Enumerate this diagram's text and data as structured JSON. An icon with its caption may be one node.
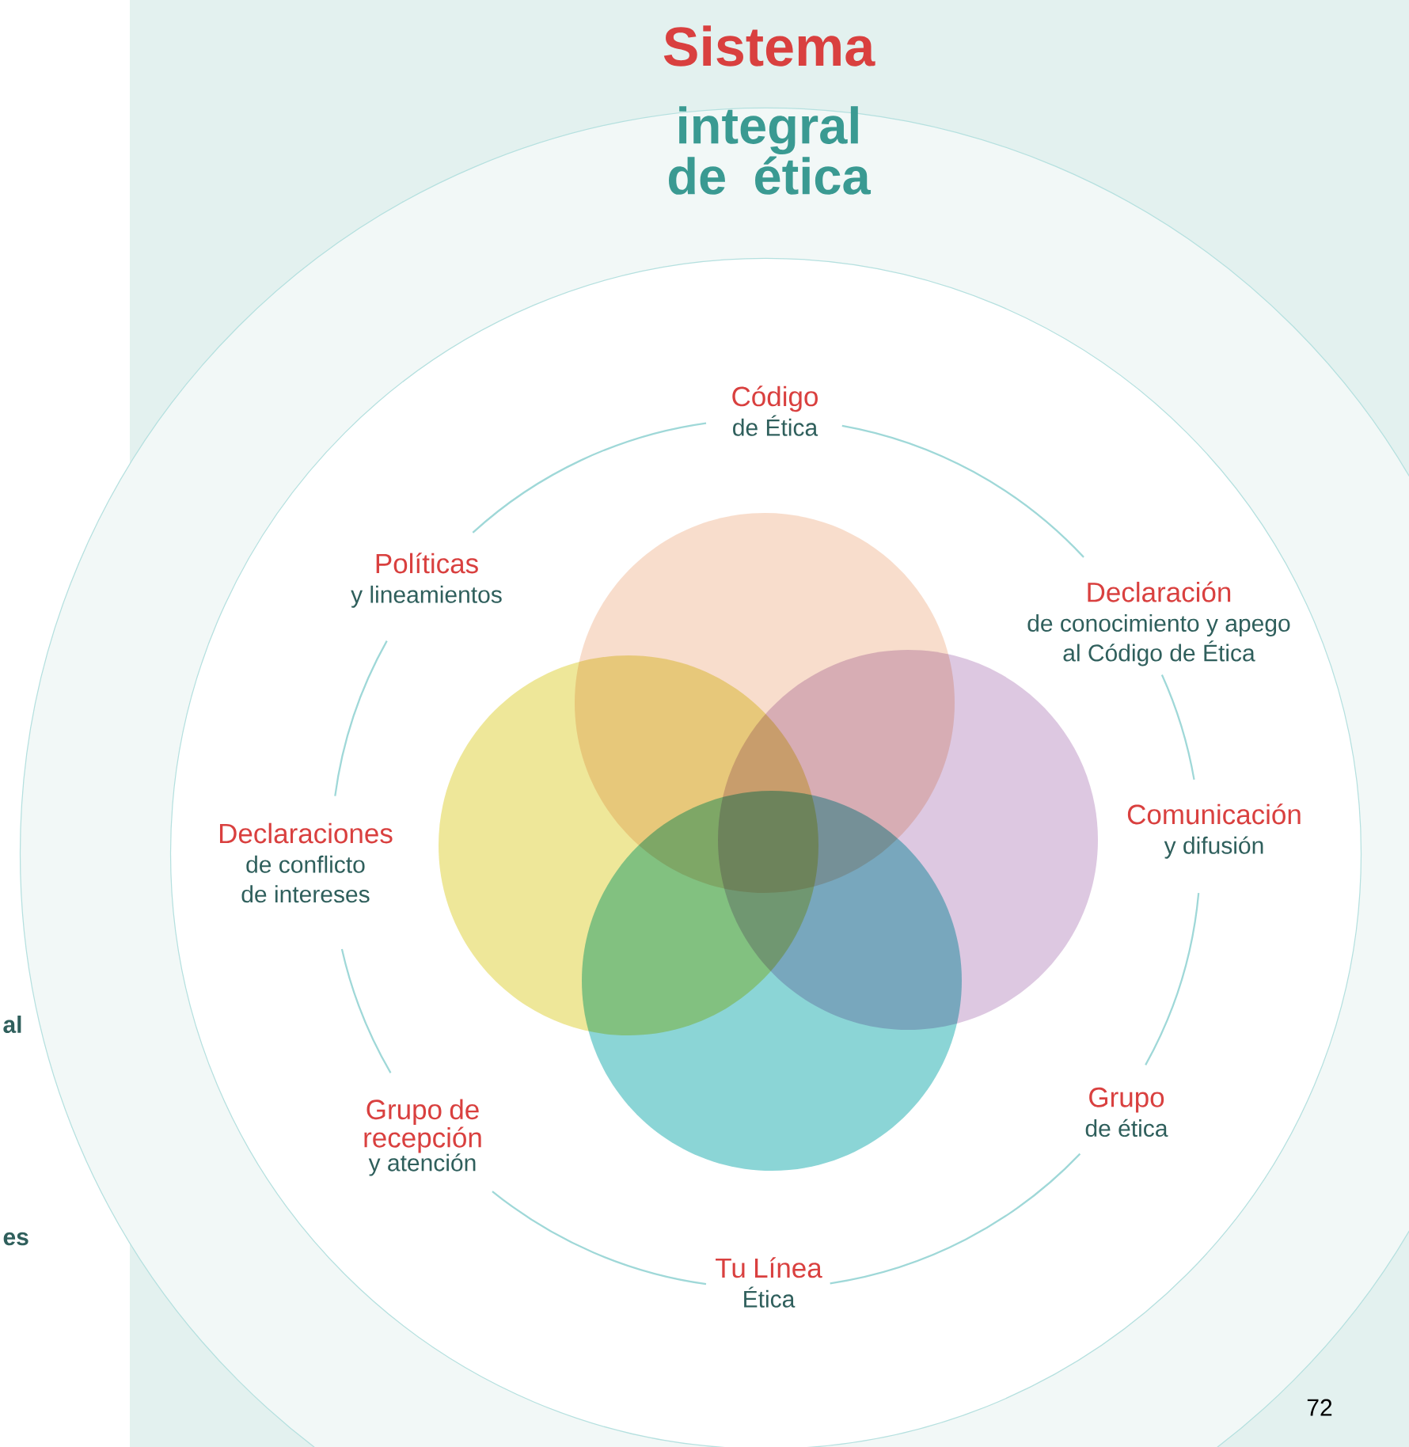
{
  "diagram": {
    "title": "Sistema",
    "nodes": [
      {
        "text": [
          "Código",
          "de Ética"
        ]
      },
      {
        "text": [
          "Declaración",
          "de conocimiento y apego al Código de Ética"
        ]
      },
      {
        "text": [
          "Comunicación",
          "y difusión"
        ]
      },
      {
        "text": [
          "Grupo",
          "de ética"
        ]
      },
      {
        "text": [
          "Tu Línea",
          "Ética"
        ]
      },
      {
        "text": [
          "Grupo de recepción",
          "y atención"
        ]
      },
      {
        "text": [
          "Declaraciones",
          "de conflicto de intereses"
        ]
      },
      {
        "text": [
          "Políticas",
          "y lineamientos"
        ]
      }
    ],
    "edges": [
      {
        "from": 0,
        "to": 1,
        "arrow": "none"
      },
      {
        "from": 1,
        "to": 2,
        "arrow": "none"
      },
      {
        "from": 2,
        "to": 3,
        "arrow": "none"
      },
      {
        "from": 3,
        "to": 4,
        "arrow": "none"
      },
      {
        "from": 4,
        "to": 5,
        "arrow": "none"
      },
      {
        "from": 5,
        "to": 6,
        "arrow": "none"
      },
      {
        "from": 6,
        "to": 7,
        "arrow": "none"
      },
      {
        "from": 7,
        "to": 0,
        "arrow": "none"
      }
    ],
    "labels": [
      "integral de ética",
      "al",
      "es",
      "72"
    ]
  }
}
